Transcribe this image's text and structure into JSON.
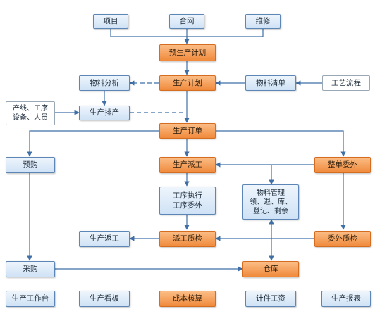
{
  "nodes": {
    "xiangmu": "项目",
    "hewang": "合网",
    "weixiu": "维修",
    "yu_shengchan_jihua": "预生产计划",
    "wuliao_fenxi": "物料分析",
    "shengchan_jihua": "生产计划",
    "wuliao_qingdan": "物料清单",
    "gongyi_liucheng": "工艺流程",
    "chanxian": "产线、工序\n设备、人员",
    "shengchan_paichan": "生产排产",
    "shengchan_dingdan": "生产订单",
    "yugou": "预购",
    "shengchan_paigong": "生产派工",
    "zhengdan_weiwai": "整单委外",
    "gongxu_zhixing": "工序执行\n工序委外",
    "wuliao_guanli": "物料管理\n领、退、库、\n登记、剩余",
    "shengchan_fangong": "生产返工",
    "paigong_zhijian": "派工质检",
    "weiwai_zhijian": "委外质检",
    "caigou": "采购",
    "cangku": "仓库",
    "shengchan_gongzuotai": "生产工作台",
    "shengchan_kanban": "生产看板",
    "chengben_hesuan": "成本核算",
    "jijian_gongzi": "计件工资",
    "shengchan_baobiao": "生产报表"
  },
  "colors": {
    "blue_node": "#cfe2f5",
    "orange_node": "#f08a3c",
    "line": "#3f6fa6"
  }
}
